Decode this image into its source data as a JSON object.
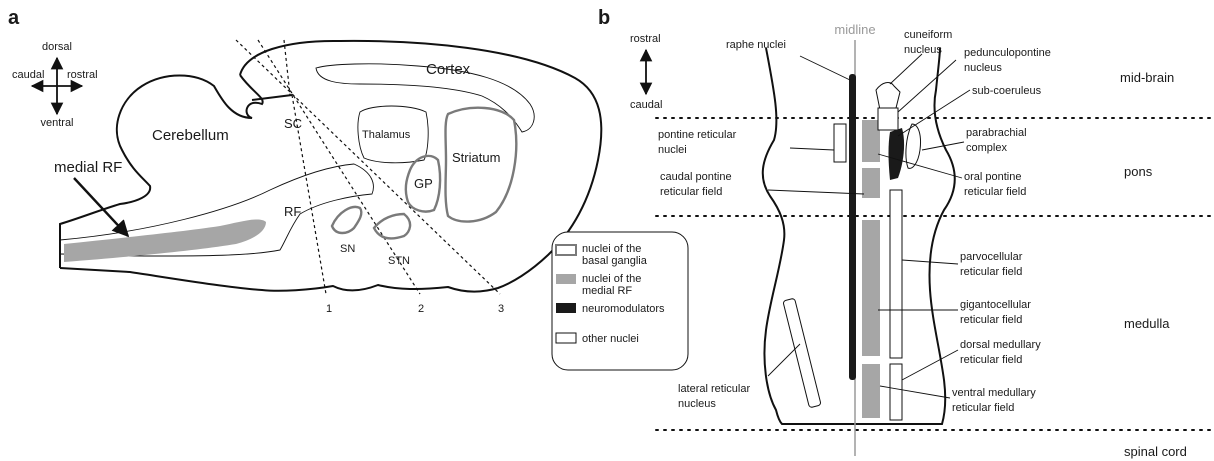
{
  "panel_a": {
    "panel_label": "a",
    "axes": {
      "dorsal": "dorsal",
      "ventral": "ventral",
      "caudal": "caudal",
      "rostral": "rostral"
    },
    "regions": {
      "cerebellum": "Cerebellum",
      "cortex": "Cortex",
      "thalamus": "Thalamus",
      "striatum": "Striatum",
      "gp": "GP",
      "sc": "SC",
      "rf": "RF",
      "sn": "SN",
      "stn": "STN",
      "medial_rf": "medial RF"
    },
    "section_lines": [
      "1",
      "2",
      "3"
    ]
  },
  "panel_b": {
    "panel_label": "b",
    "midline": "midline",
    "axes": {
      "rostral": "rostral",
      "caudal": "caudal"
    },
    "levels": [
      "mid-brain",
      "pons",
      "medulla",
      "spinal cord"
    ],
    "nuclei_left": {
      "raphe_1": "raphe nuclei",
      "pontine_1": "pontine reticular",
      "pontine_2": "nuclei",
      "caudal_1": "caudal pontine",
      "caudal_2": "reticular field",
      "lateral_1": "lateral reticular",
      "lateral_2": "nucleus"
    },
    "nuclei_right": {
      "cuneiform_1": "cuneiform",
      "cuneiform_2": "nucleus",
      "ppn_1": "pedunculopontine",
      "ppn_2": "nucleus",
      "subc": "sub-coeruleus",
      "parab_1": "parabrachial",
      "parab_2": "complex",
      "oral_1": "oral pontine",
      "oral_2": "reticular field",
      "parvo_1": "parvocellular",
      "parvo_2": "reticular field",
      "giganto_1": "gigantocellular",
      "giganto_2": "reticular field",
      "dorsal_1": "dorsal medullary",
      "dorsal_2": "reticular field",
      "ventral_1": "ventral medullary",
      "ventral_2": "reticular field"
    },
    "legend": {
      "basal_1": "nuclei of the",
      "basal_2": "basal ganglia",
      "medial_1": "nuclei of the",
      "medial_2": "medial RF",
      "neuro": "neuromodulators",
      "other": "other nuclei"
    },
    "colors": {
      "medial_rf": "#a6a6a6",
      "neuromodulators": "#1a1a1a",
      "basal_ganglia_outline": "#7a7a7a",
      "midline": "#9a9a9a"
    }
  }
}
